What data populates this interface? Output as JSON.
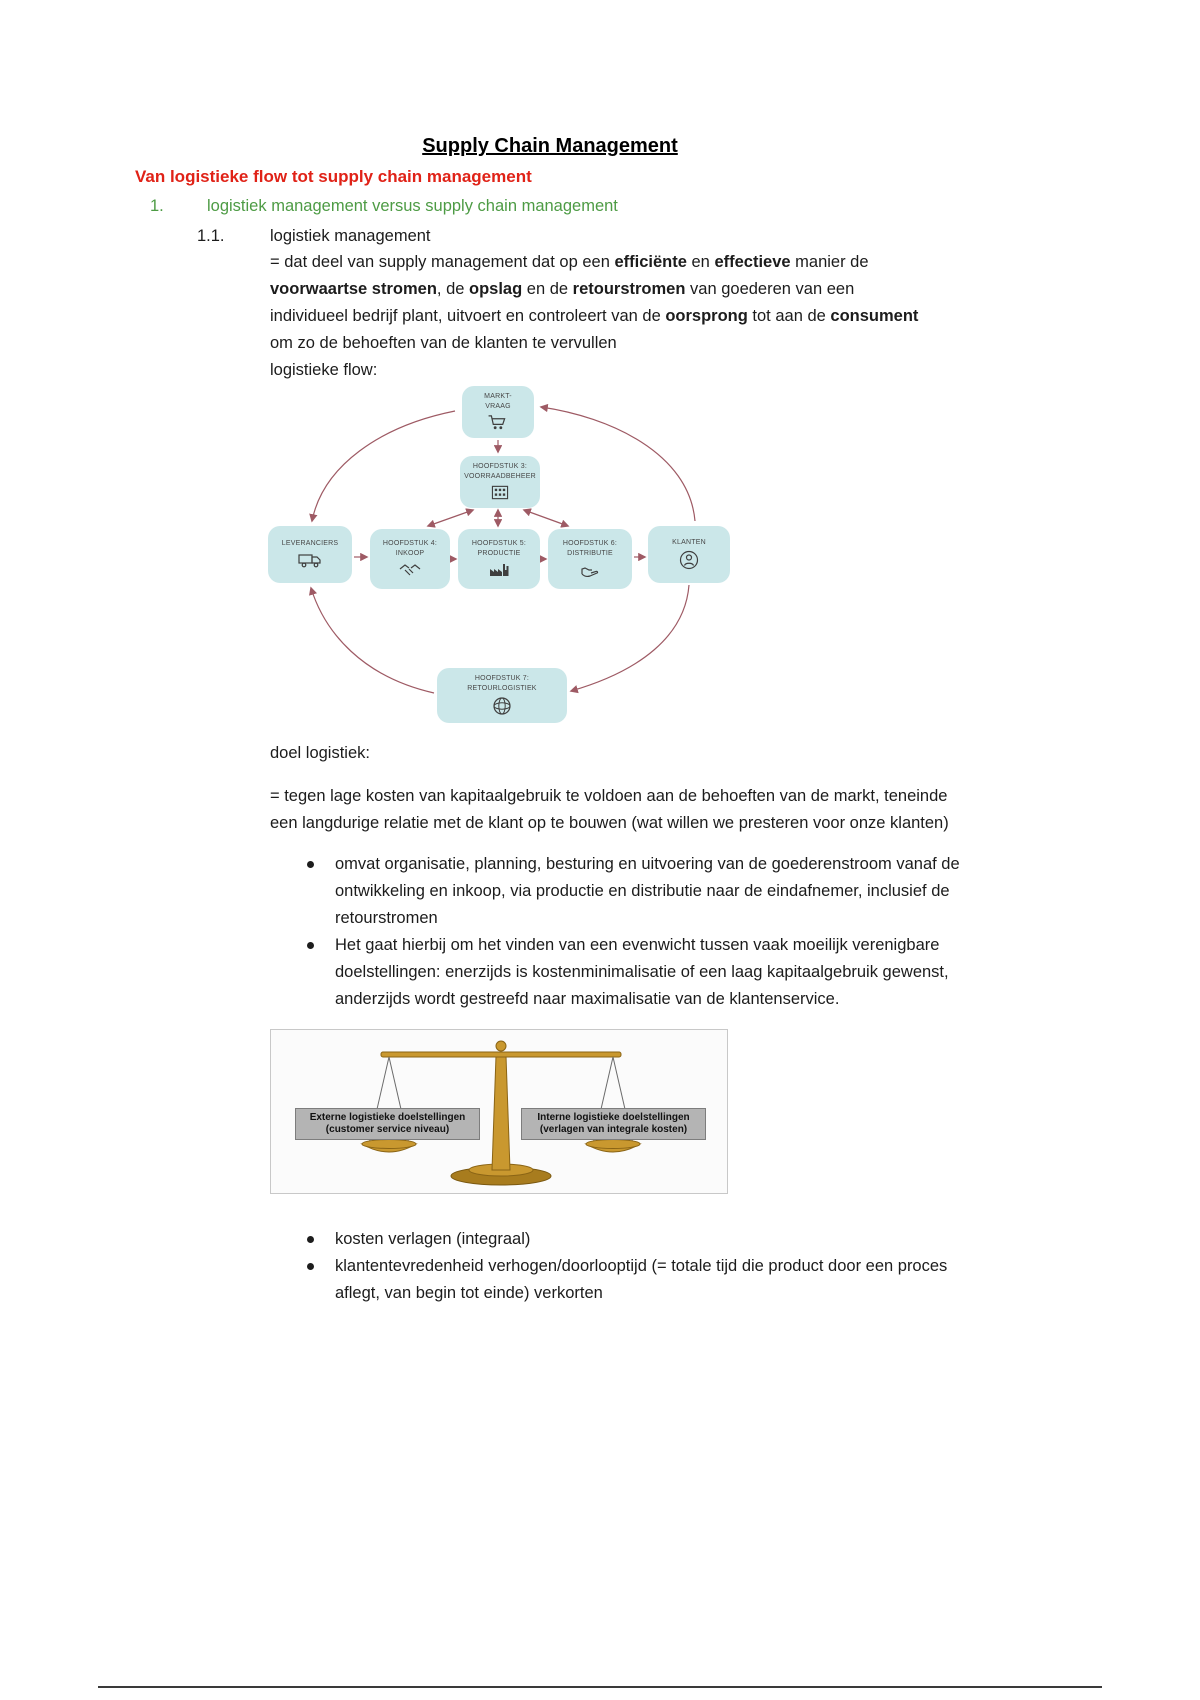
{
  "colors": {
    "heading_red": "#e02217",
    "item_green": "#4d9b44",
    "node_fill": "#cbe7e9",
    "arrow_color": "#9e5a64"
  },
  "doc": {
    "title": "Supply Chain Management",
    "section_heading": "Van logistieke flow tot supply chain management",
    "item1": {
      "number": "1.",
      "text": "logistiek management versus supply chain management"
    },
    "item11": {
      "number": "1.1.",
      "text": "logistiek management"
    },
    "definition_segments": [
      {
        "t": "= dat deel van supply management dat op een "
      },
      {
        "t": "efficiënte",
        "b": true
      },
      {
        "t": " en "
      },
      {
        "t": "effectieve",
        "b": true
      },
      {
        "t": " manier de "
      },
      {
        "t": "voorwaartse stromen",
        "b": true
      },
      {
        "t": ", de "
      },
      {
        "t": "opslag",
        "b": true
      },
      {
        "t": " en de "
      },
      {
        "t": "retourstromen",
        "b": true
      },
      {
        "t": " van goederen van een individueel bedrijf plant, uitvoert en controleert van de "
      },
      {
        "t": "oorsprong",
        "b": true
      },
      {
        "t": " tot aan de "
      },
      {
        "t": "consument",
        "b": true
      },
      {
        "t": " om zo de behoeften van de klanten te vervullen"
      }
    ],
    "logistieke_flow_label": "logistieke flow:",
    "doel_label": "doel logistiek:",
    "goal_paragraph": "= tegen lage kosten van kapitaalgebruik te voldoen aan de behoeften van de markt, teneinde een langdurige relatie met de klant op te bouwen (wat willen we presteren voor onze klanten)",
    "bullets_top": [
      "omvat organisatie, planning, besturing en uitvoering van de goederenstroom vanaf de ontwikkeling en inkoop, via productie en distributie naar de eindafnemer, inclusief de retourstromen",
      "Het gaat hierbij om het vinden van een evenwicht tussen vaak moeilijk verenigbare doelstellingen: enerzijds is kostenminimalisatie of een laag kapitaalgebruik gewenst, anderzijds wordt gestreefd naar maximalisatie van de klantenservice."
    ],
    "bullets_bottom": [
      "kosten verlagen (integraal)",
      "klantentevredenheid verhogen/doorlooptijd (= totale tijd die product door een proces aflegt, van begin tot einde) verkorten"
    ]
  },
  "diagram": {
    "nodes": {
      "marktvraag": {
        "line1": "MARKT-",
        "line2": "VRAAG",
        "icon": "cart-icon"
      },
      "voorraadbeheer": {
        "line1": "HOOFDSTUK 3:",
        "line2": "VOORRAADBEHEER",
        "icon": "warehouse-icon"
      },
      "leveranciers": {
        "line1": "LEVERANCIERS",
        "icon": "truck-icon"
      },
      "inkoop": {
        "line1": "HOOFDSTUK 4:",
        "line2": "INKOOP",
        "icon": "handshake-icon"
      },
      "productie": {
        "line1": "HOOFDSTUK 5:",
        "line2": "PRODUCTIE",
        "icon": "factory-icon"
      },
      "distributie": {
        "line1": "HOOFDSTUK 6:",
        "line2": "DISTRIBUTIE",
        "icon": "hand-icon"
      },
      "klanten": {
        "line1": "KLANTEN",
        "icon": "person-icon"
      },
      "retourlogistiek": {
        "line1": "HOOFDSTUK 7:",
        "line2": "RETOURLOGISTIEK",
        "icon": "globe-icon"
      }
    }
  },
  "scale_figure": {
    "left_label_line1": "Externe logistieke doelstellingen",
    "left_label_line2": "(customer service niveau)",
    "right_label_line1": "Interne logistieke doelstellingen",
    "right_label_line2": "(verlagen van integrale kosten)"
  }
}
